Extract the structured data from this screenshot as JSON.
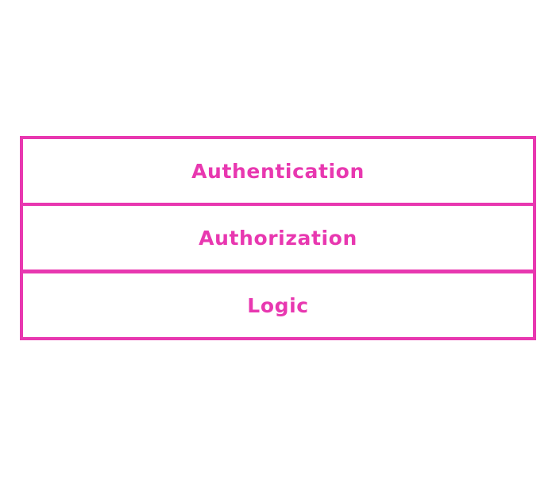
{
  "diagram": {
    "accent_color": "#e838b0",
    "layers": [
      {
        "label": "Authentication"
      },
      {
        "label": "Authorization"
      },
      {
        "label": "Logic"
      }
    ]
  }
}
